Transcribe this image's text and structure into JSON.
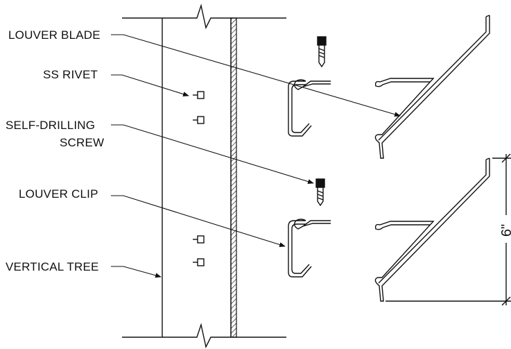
{
  "labels": {
    "louver_blade": "LOUVER BLADE",
    "ss_rivet": "SS RIVET",
    "self_drilling_line1": "SELF-DRILLING",
    "self_drilling_line2": "SCREW",
    "louver_clip": "LOUVER CLIP",
    "vertical_tree": "VERTICAL TREE"
  },
  "dimension": {
    "spacing": "6\""
  },
  "colors": {
    "line": "#111111",
    "background": "#ffffff"
  }
}
